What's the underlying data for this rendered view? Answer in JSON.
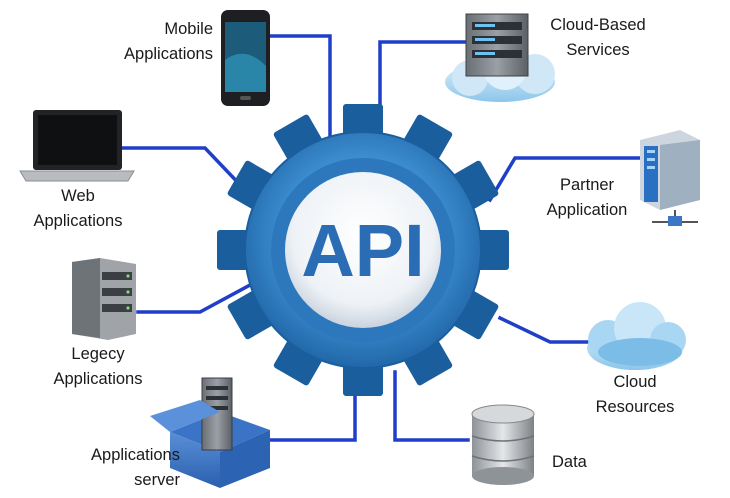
{
  "center": {
    "label": "API"
  },
  "nodes": {
    "mobile": {
      "lines": [
        "Mobile",
        "Applications"
      ],
      "icon": "smartphone-icon"
    },
    "cloud_services": {
      "lines": [
        "Cloud-Based",
        "Services"
      ],
      "icon": "cloud-server-icon"
    },
    "web": {
      "lines": [
        "Web",
        "Applications"
      ],
      "icon": "laptop-icon"
    },
    "partner": {
      "lines": [
        "Partner",
        "Application"
      ],
      "icon": "network-server-icon"
    },
    "legacy": {
      "lines": [
        "Legecy",
        "Applications"
      ],
      "icon": "server-rack-icon"
    },
    "cloud_resources": {
      "lines": [
        "Cloud",
        "Resources"
      ],
      "icon": "cloud-icon"
    },
    "app_server": {
      "lines": [
        "Applications",
        "server"
      ],
      "icon": "server-box-icon"
    },
    "data": {
      "lines": [
        "Data"
      ],
      "icon": "database-icon"
    }
  },
  "colors": {
    "connector": "#1f3fc8",
    "gear_dark": "#1a5e9e",
    "gear_light": "#4a9fd8",
    "api_text": "#2a6db5"
  }
}
